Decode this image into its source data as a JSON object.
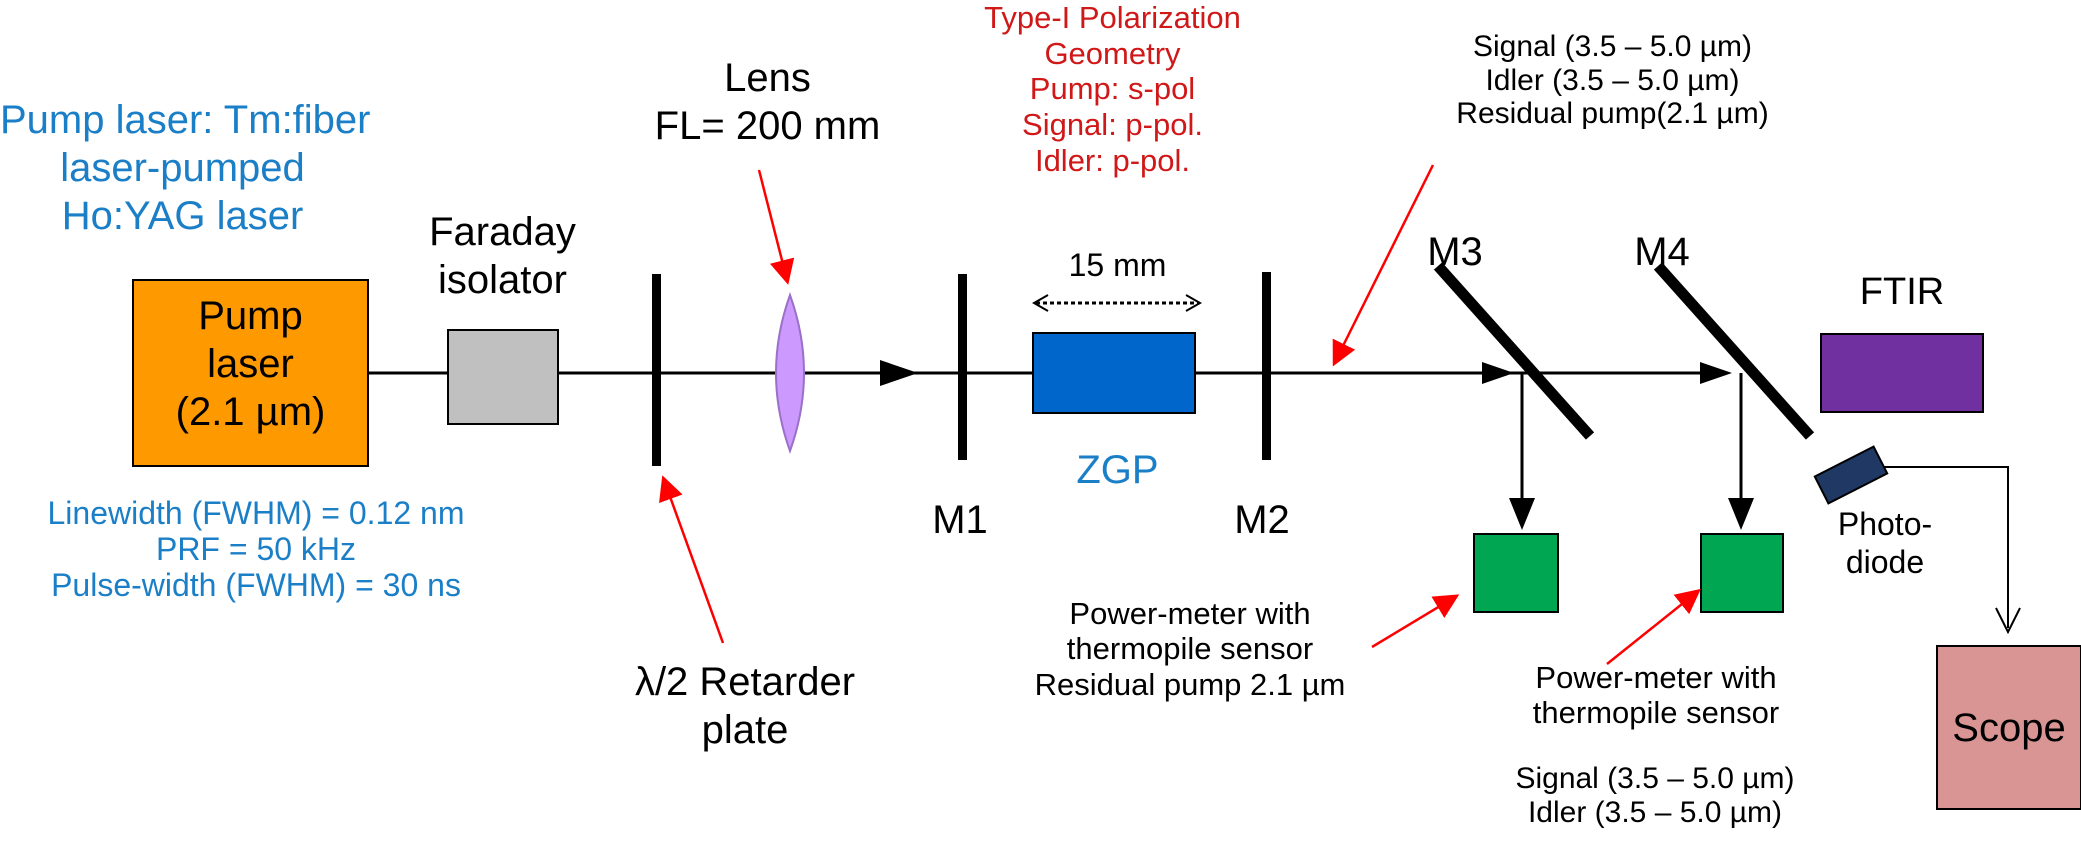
{
  "colors": {
    "beam": "#000000",
    "arrow_red": "#ff0000",
    "pump_laser_fill": "#ff9900",
    "faraday_fill": "#c0c0c0",
    "lens_fill": "#cc99ff",
    "zgp_fill": "#0066cc",
    "power_meter_fill": "#00a651",
    "ftir_fill": "#7030a0",
    "photodiode_fill": "#1f3864",
    "scope_fill": "#d99594",
    "blue_text": "#1b7fc8",
    "red_text": "#d01818"
  },
  "pump_source": {
    "title": [
      "Pump laser: Tm:fiber",
      "laser-pumped",
      "Ho:YAG laser"
    ],
    "box_label": [
      "Pump",
      "laser",
      "(2.1 µm)"
    ],
    "specs": [
      "Linewidth (FWHM)  = 0.12 nm",
      "PRF = 50 kHz",
      "Pulse-width (FWHM) = 30 ns"
    ]
  },
  "faraday": {
    "label": [
      "Faraday",
      "isolator"
    ]
  },
  "retarder": {
    "label": [
      "λ/2 Retarder",
      "plate"
    ]
  },
  "lens": {
    "label": [
      "Lens",
      "FL= 200 mm"
    ]
  },
  "polarization": {
    "lines": [
      "Type-I Polarization",
      "Geometry",
      "Pump: s-pol",
      "Signal: p-pol.",
      "Idler: p-pol."
    ]
  },
  "crystal": {
    "length_label": "15 mm",
    "name": "ZGP"
  },
  "mirrors": {
    "m1": "M1",
    "m2": "M2",
    "m3": "M3",
    "m4": "M4"
  },
  "output_beam": {
    "lines": [
      "Signal (3.5 – 5.0  µm)",
      "Idler (3.5 – 5.0  µm)",
      "Residual pump(2.1  µm)"
    ]
  },
  "power_meter_1": {
    "lines": [
      "Power-meter with",
      "thermopile sensor",
      "Residual pump 2.1  µm"
    ]
  },
  "power_meter_2": {
    "lines": [
      "Power-meter with",
      "thermopile sensor"
    ],
    "sub_lines": [
      "Signal (3.5 – 5.0   µm)",
      "Idler (3.5 – 5.0   µm)"
    ]
  },
  "ftir": {
    "label": "FTIR"
  },
  "photodiode": {
    "label": [
      "Photo-",
      "diode"
    ]
  },
  "scope": {
    "label": "Scope"
  }
}
